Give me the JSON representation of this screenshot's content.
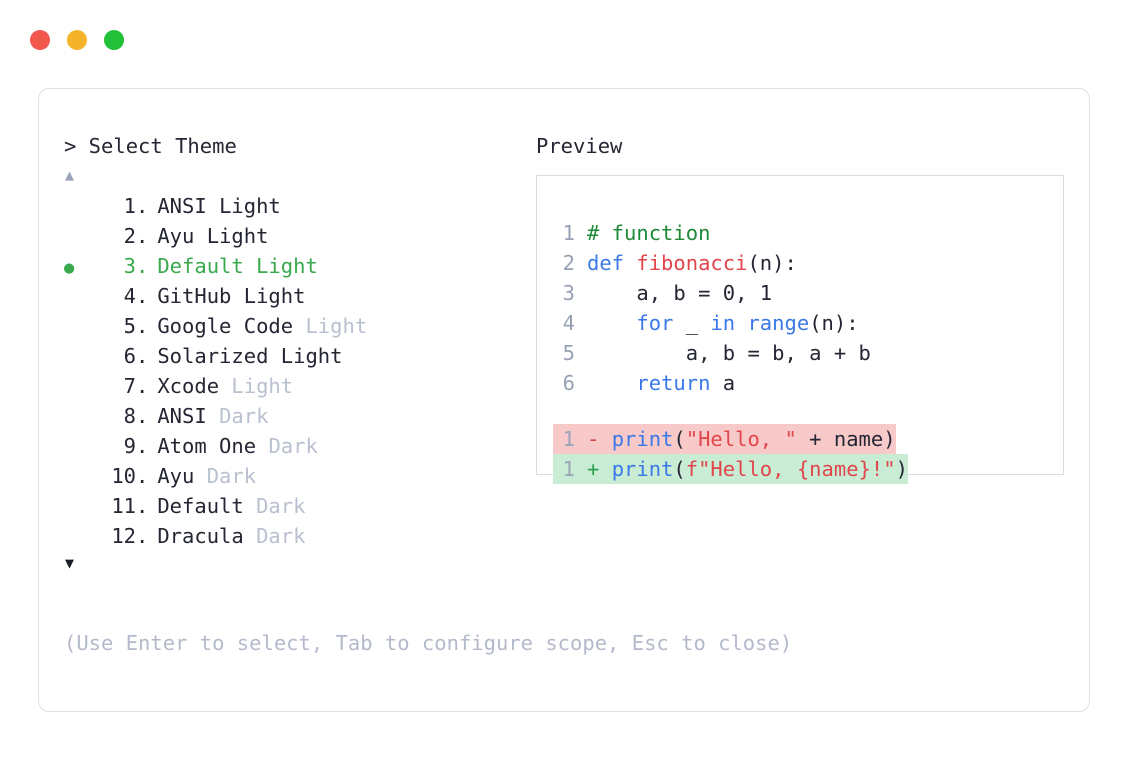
{
  "window": {
    "traffic_lights": [
      {
        "name": "close",
        "color": "#f2564f"
      },
      {
        "name": "minimize",
        "color": "#f5b32b"
      },
      {
        "name": "maximize",
        "color": "#22bf38"
      }
    ]
  },
  "prompt": {
    "heading": "> Select Theme",
    "scroll_up_glyph": "▲",
    "scroll_down_glyph": "▼",
    "selected_index": 3,
    "selected_bullet": "●"
  },
  "themes": [
    {
      "num": "1",
      "dot": ".",
      "name": "ANSI",
      "variant": "Light",
      "variant_muted": false,
      "selected": false,
      "bullet": ""
    },
    {
      "num": "2",
      "dot": ".",
      "name": "Ayu",
      "variant": "Light",
      "variant_muted": false,
      "selected": false,
      "bullet": ""
    },
    {
      "num": "3",
      "dot": ".",
      "name": "Default",
      "variant": "Light",
      "variant_muted": false,
      "selected": true,
      "bullet": "●"
    },
    {
      "num": "4",
      "dot": ".",
      "name": "GitHub",
      "variant": "Light",
      "variant_muted": false,
      "selected": false,
      "bullet": ""
    },
    {
      "num": "5",
      "dot": ".",
      "name": "Google Code",
      "variant": "Light",
      "variant_muted": true,
      "selected": false,
      "bullet": ""
    },
    {
      "num": "6",
      "dot": ".",
      "name": "Solarized",
      "variant": "Light",
      "variant_muted": false,
      "selected": false,
      "bullet": ""
    },
    {
      "num": "7",
      "dot": ".",
      "name": "Xcode",
      "variant": "Light",
      "variant_muted": true,
      "selected": false,
      "bullet": ""
    },
    {
      "num": "8",
      "dot": ".",
      "name": "ANSI",
      "variant": "Dark",
      "variant_muted": true,
      "selected": false,
      "bullet": ""
    },
    {
      "num": "9",
      "dot": ".",
      "name": "Atom One",
      "variant": "Dark",
      "variant_muted": true,
      "selected": false,
      "bullet": ""
    },
    {
      "num": "10",
      "dot": ".",
      "name": "Ayu",
      "variant": "Dark",
      "variant_muted": true,
      "selected": false,
      "bullet": ""
    },
    {
      "num": "11",
      "dot": ".",
      "name": "Default",
      "variant": "Dark",
      "variant_muted": true,
      "selected": false,
      "bullet": ""
    },
    {
      "num": "12",
      "dot": ".",
      "name": "Dracula",
      "variant": "Dark",
      "variant_muted": true,
      "selected": false,
      "bullet": ""
    }
  ],
  "hint": "(Use Enter to select, Tab to configure scope, Esc to close)",
  "preview": {
    "heading": "Preview",
    "code_lines": [
      {
        "ln": "1",
        "kind": "normal",
        "tokens": [
          {
            "t": "# function",
            "c": "comment"
          }
        ]
      },
      {
        "ln": "2",
        "kind": "normal",
        "tokens": [
          {
            "t": "def ",
            "c": "keyword"
          },
          {
            "t": "fibonacci",
            "c": "func"
          },
          {
            "t": "(n):",
            "c": "plain"
          }
        ]
      },
      {
        "ln": "3",
        "kind": "normal",
        "tokens": [
          {
            "t": "    a, b = 0, 1",
            "c": "plain"
          }
        ]
      },
      {
        "ln": "4",
        "kind": "normal",
        "tokens": [
          {
            "t": "    ",
            "c": "plain"
          },
          {
            "t": "for",
            "c": "keyword"
          },
          {
            "t": " _ ",
            "c": "plain"
          },
          {
            "t": "in",
            "c": "keyword"
          },
          {
            "t": " ",
            "c": "plain"
          },
          {
            "t": "range",
            "c": "builtin"
          },
          {
            "t": "(n):",
            "c": "plain"
          }
        ]
      },
      {
        "ln": "5",
        "kind": "normal",
        "tokens": [
          {
            "t": "        a, b = b, a + b",
            "c": "plain"
          }
        ]
      },
      {
        "ln": "6",
        "kind": "normal",
        "tokens": [
          {
            "t": "    ",
            "c": "plain"
          },
          {
            "t": "return",
            "c": "keyword"
          },
          {
            "t": " a",
            "c": "plain"
          }
        ]
      },
      {
        "ln": "1",
        "kind": "del",
        "tokens": [
          {
            "t": "- ",
            "c": "del"
          },
          {
            "t": "print",
            "c": "builtin"
          },
          {
            "t": "(",
            "c": "plain"
          },
          {
            "t": "\"Hello, \"",
            "c": "string"
          },
          {
            "t": " + name)",
            "c": "plain"
          }
        ]
      },
      {
        "ln": "1",
        "kind": "add",
        "tokens": [
          {
            "t": "+ ",
            "c": "add"
          },
          {
            "t": "print",
            "c": "builtin"
          },
          {
            "t": "(",
            "c": "plain"
          },
          {
            "t": "f\"Hello, {name}!\"",
            "c": "string"
          },
          {
            "t": ")",
            "c": "plain"
          }
        ]
      }
    ]
  }
}
